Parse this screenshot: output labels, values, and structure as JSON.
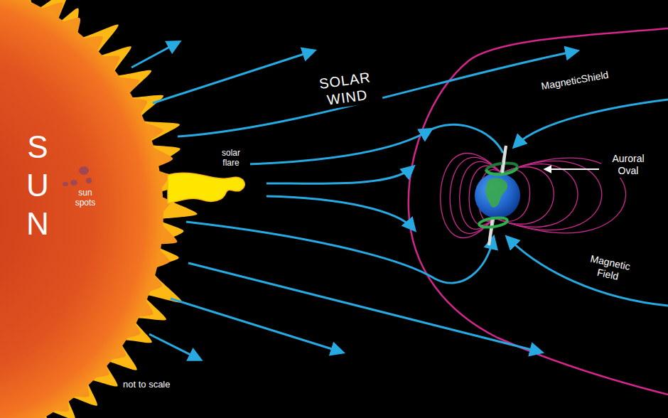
{
  "diagram": {
    "nodes": [
      {
        "text": [
          "S U N",
          "sun spots"
        ]
      }
    ],
    "labels": [
      "SOLAR WIND",
      "solar flare",
      "MagneticShield",
      "Auroral Oval",
      "Magnetic Field",
      "not to scale"
    ]
  }
}
